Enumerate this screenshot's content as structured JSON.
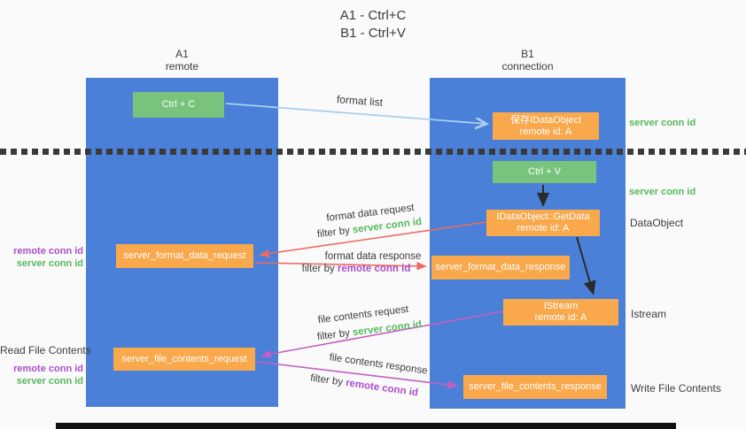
{
  "colors": {
    "background": "#fafafa",
    "lane-blue": "#4a80d8",
    "box-green": "#79c37d",
    "box-orange": "#f9a84c",
    "box-text": "#ffffff",
    "text-dark": "#3c3c3c",
    "text-green": "#55b85e",
    "text-purple": "#ab4ecb",
    "arrow-red": "#ed6a60",
    "arrow-magenta": "#c45fc3",
    "arrow-blue": "#a9cfef",
    "arrow-black": "#2a2a2a",
    "dotted-line": "#3a3a3a",
    "bottom-bar": "#111111"
  },
  "title": {
    "line1": "A1 - Ctrl+C",
    "line2": "B1 - Ctrl+V"
  },
  "lanes": {
    "left": {
      "name": "A1",
      "role": "remote"
    },
    "right": {
      "name": "B1",
      "role": "connection"
    }
  },
  "nodes": {
    "ctrl_c": {
      "label": "Ctrl + C"
    },
    "ctrl_v": {
      "label": "Ctrl + V"
    },
    "save_dataobject": {
      "line1": "保存IDataObject",
      "line2": "remote id: A"
    },
    "getdata": {
      "line1": "IDataObject::GetData",
      "line2": "remote id: A"
    },
    "istream": {
      "line1": "IStream",
      "line2": "remote id: A"
    },
    "format_request": {
      "label": "server_format_data_request"
    },
    "format_response": {
      "label": "server_format_data_response"
    },
    "file_request": {
      "label": "server_file_contents_request"
    },
    "file_response": {
      "label": "server_file_contents_response"
    }
  },
  "side_labels": {
    "server_conn_id_top": "server conn id",
    "server_conn_id_mid": "server conn id",
    "dataobject": "DataObject",
    "istream": "Istream",
    "write_file_contents": "Write File Contents",
    "read_file_contents": "Read File Contents",
    "remote_conn_id_1": "remote conn id",
    "server_conn_id_1": "server conn id",
    "remote_conn_id_2": "remote conn id",
    "server_conn_id_2": "server conn id"
  },
  "arrow_labels": {
    "format_list": "format list",
    "format_data_request": "format data request",
    "format_data_response": "format data response",
    "file_contents_request": "file contents request",
    "file_contents_response": "file contents response",
    "filter_by_prefix": "filter by ",
    "filter_value_server": "server conn id",
    "filter_value_remote": "remote conn id"
  }
}
